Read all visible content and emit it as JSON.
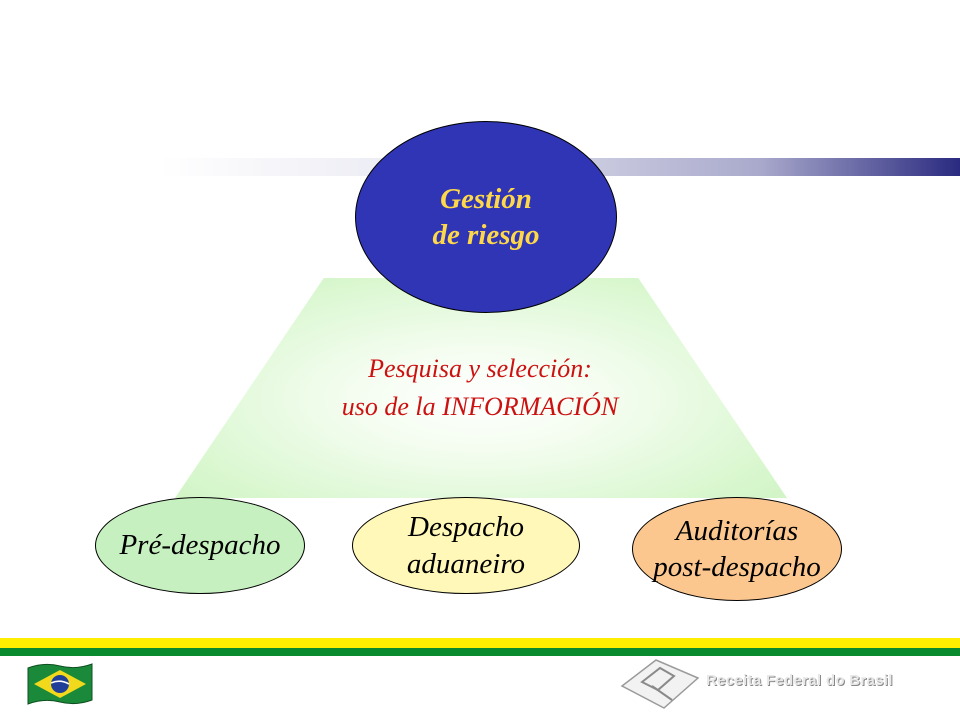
{
  "diagram": {
    "top": {
      "line1": "Gestión",
      "line2": "de riesgo"
    },
    "middle": {
      "line1": "Pesquisa y selección:",
      "line2": "uso de la INFORMACIÓN"
    },
    "bottom": [
      {
        "line1": "Pré-despacho"
      },
      {
        "line1": "Despacho",
        "line2": "aduaneiro"
      },
      {
        "line1": "Auditorías",
        "line2": "post-despacho"
      }
    ]
  },
  "footer": {
    "brand": "Receita Federal do Brasil"
  },
  "colors": {
    "main_ellipse": "#2f35b5",
    "main_text": "#ffd84a",
    "middle_text": "#cc1111",
    "pre": "#c6f0c0",
    "despacho": "#fff8b8",
    "auditorias": "#fbc78f",
    "stripe_yellow": "#ffee00",
    "stripe_green": "#0a8a2e"
  },
  "icons": {
    "flag": "brazil-flag-icon",
    "logo": "receita-federal-logo-icon"
  }
}
